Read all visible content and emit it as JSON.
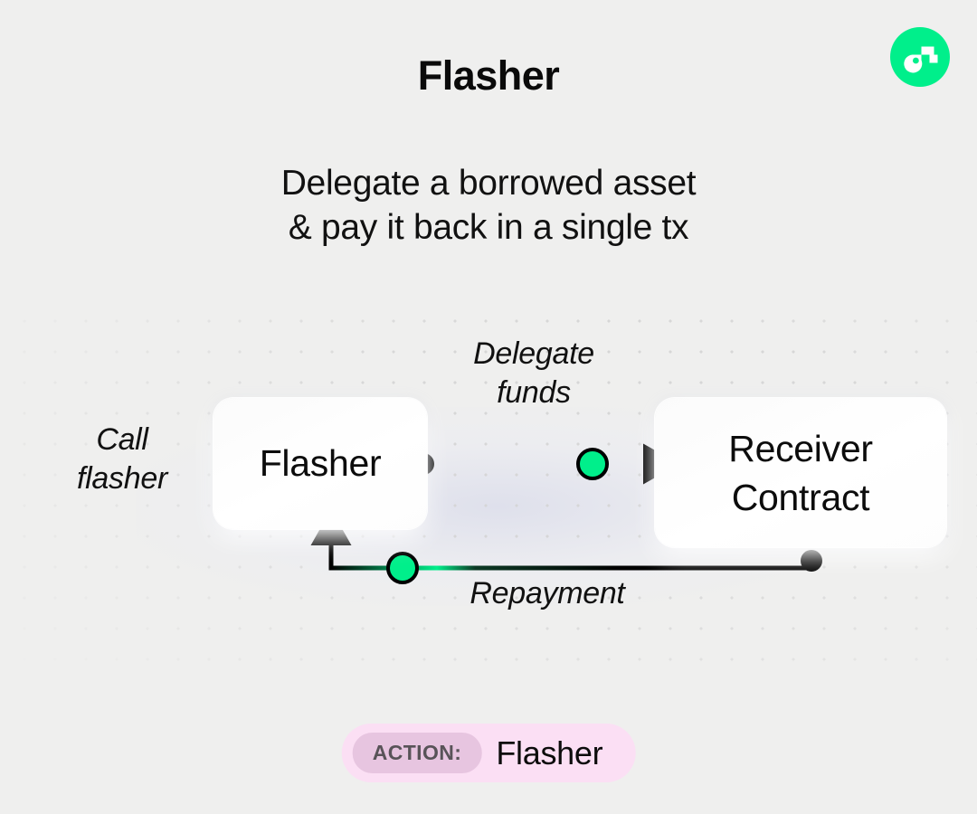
{
  "page": {
    "background_color": "#EFEFEE",
    "title": "Flasher",
    "subtitle_line1": "Delegate a borrowed asset",
    "subtitle_line2": "& pay it back in a single tx"
  },
  "logo": {
    "name": "flow-logo",
    "circle_color": "#00EF8B",
    "mark_color": "#FFFFFF"
  },
  "diagram": {
    "accent_color": "#00EF8B",
    "line_color": "#000000",
    "nodes": [
      {
        "id": "flasher",
        "label": "Flasher"
      },
      {
        "id": "receiver",
        "label_line1": "Receiver",
        "label_line2": "Contract"
      }
    ],
    "labels": {
      "call_line1": "Call",
      "call_line2": "flasher",
      "delegate_line1": "Delegate",
      "delegate_line2": "funds",
      "repayment": "Repayment"
    }
  },
  "action_badge": {
    "chip_label": "ACTION:",
    "value": "Flasher",
    "chip_bg": "#E7C5E0",
    "badge_bg": "#FBDFF4"
  }
}
